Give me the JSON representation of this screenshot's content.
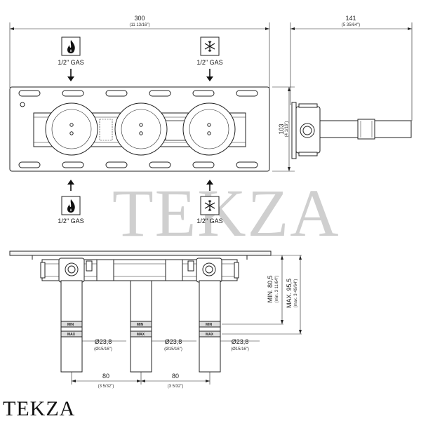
{
  "watermark": "TEKZA",
  "brand": "TEKZA",
  "dimensions": {
    "width_main": "300",
    "width_sub": "(11 13/16\")",
    "depth_main": "141",
    "depth_sub": "(5 35/64\")",
    "height_main": "103",
    "height_sub": "(4 1/16\")",
    "min_main": "MIN. 80,5",
    "min_sub": "(min. 3 11/64\")",
    "max_main": "MAX. 95,5",
    "max_sub": "(max. 3 49/64\")",
    "pitch_left_main": "80",
    "pitch_left_sub": "(3 5/32\")",
    "pitch_right_main": "80",
    "pitch_right_sub": "(3 5/32\")"
  },
  "pipes": [
    {
      "main": "Ø23,8",
      "sub": "(Ø15/16\")"
    },
    {
      "main": "Ø23,8",
      "sub": "(Ø15/16\")"
    },
    {
      "main": "Ø23,8",
      "sub": "(Ø15/16\")"
    }
  ],
  "gas_labels": {
    "top_hot": "1/2\" GAS",
    "top_cold": "1/2\" GAS",
    "bottom_hot": "1/2\" GAS",
    "bottom_cold": "1/2\" GAS"
  },
  "pipe_marks": {
    "min": "MIN",
    "max": "MAX"
  },
  "icons": {
    "hot": "flame-icon",
    "cold": "snowflake-icon"
  }
}
